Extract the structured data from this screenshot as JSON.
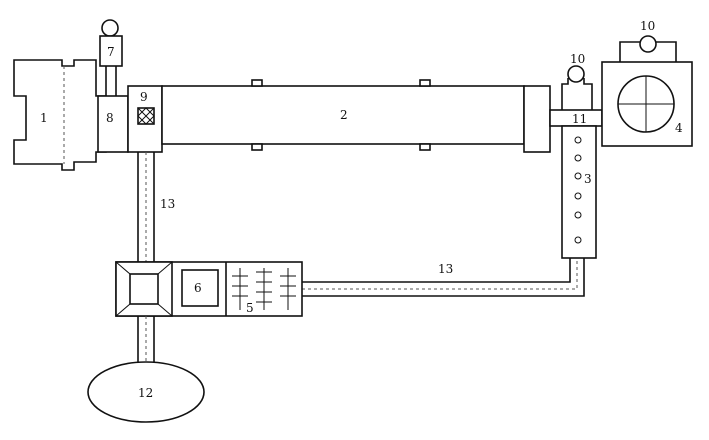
{
  "diagram": {
    "labels": {
      "engine": "1",
      "shaft": "2",
      "flow_meter": "3",
      "dynamometer": "4",
      "control_panel": "5",
      "display": "6",
      "sensor_top": "7",
      "coupling_left": "8",
      "bearing_block": "9",
      "gauge_right": "10",
      "gauge_top": "10",
      "coupling_right": "11",
      "tank": "12",
      "pipe_vertical": "13",
      "pipe_horizontal": "13"
    },
    "colors": {
      "stroke": "#111111",
      "background": "#ffffff",
      "pipe_dash": "#555555"
    }
  }
}
